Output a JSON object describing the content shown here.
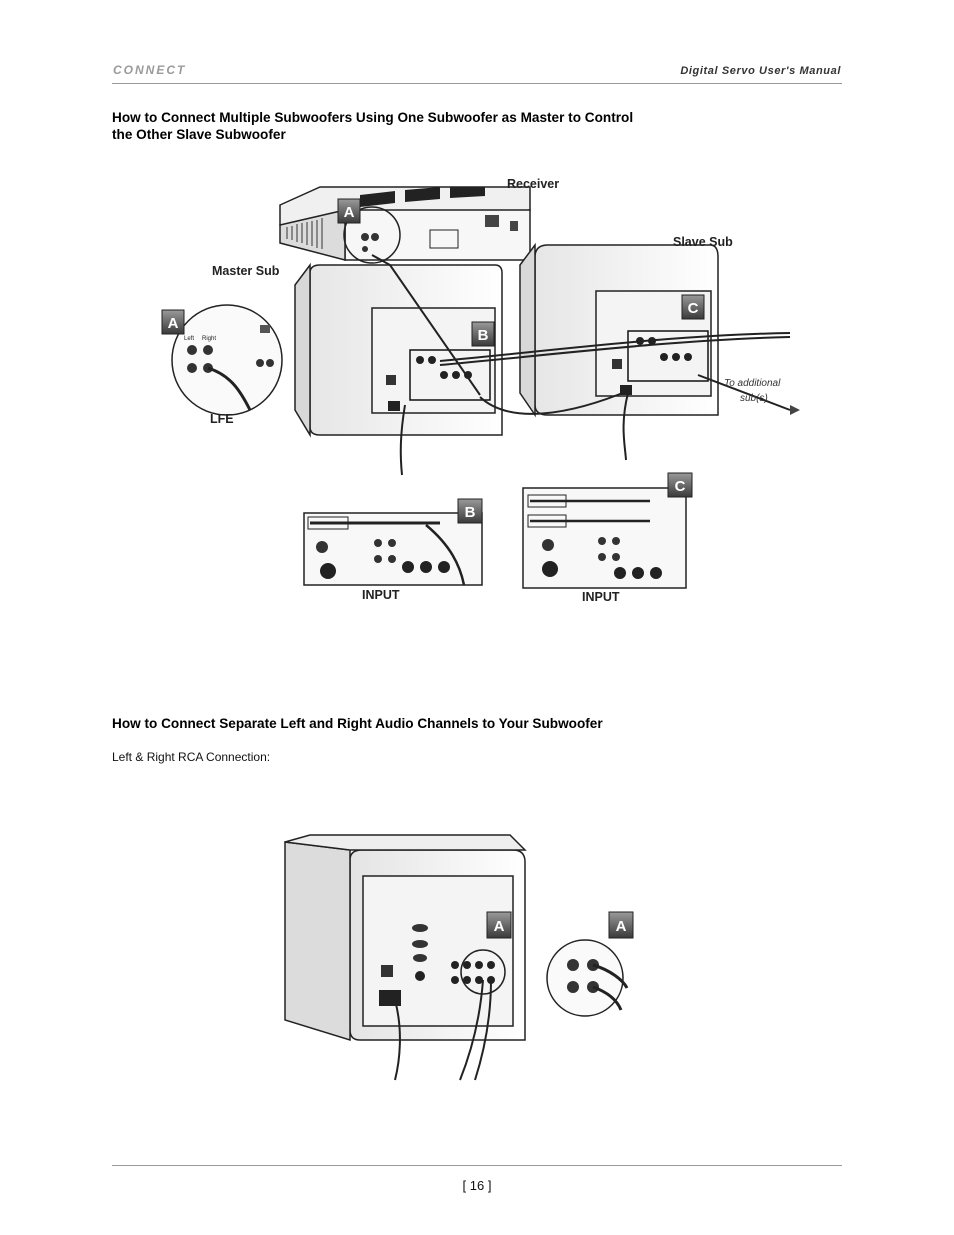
{
  "header": {
    "section": "CONNECT",
    "manual_title": "Digital Servo User's Manual"
  },
  "section1": {
    "heading_line1": "How to Connect Multiple Subwoofers Using One Subwoofer as Master to Control",
    "heading_line2": "the Other Slave Subwoofer",
    "figure": {
      "label_receiver": "Receiver",
      "label_master_sub": "Master Sub",
      "label_slave_sub": "Slave Sub",
      "label_lfe": "LFE",
      "label_left": "Left",
      "label_right": "Right",
      "label_additional_line1": "To additional",
      "label_additional_line2": "sub(s)",
      "label_input_b": "INPUT",
      "label_input_c": "INPUT",
      "callout_a": "A",
      "callout_b": "B",
      "callout_c": "C"
    }
  },
  "section2": {
    "heading": "How to Connect Separate Left and Right Audio Channels to Your Subwoofer",
    "caption": "Left & Right RCA Connection:",
    "figure": {
      "callout_a": "A"
    }
  },
  "footer": {
    "page_number": "[ 16 ]"
  }
}
